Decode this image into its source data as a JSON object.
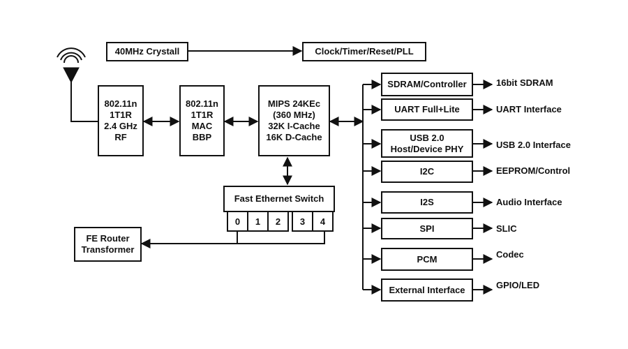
{
  "crystal": "40MHz Crystall",
  "clock": "Clock/Timer/Reset/PLL",
  "rf": [
    "802.11n",
    "1T1R",
    "2.4 GHz",
    "RF"
  ],
  "mac": [
    "802.11n",
    "1T1R",
    "MAC",
    "BBP"
  ],
  "cpu": [
    "MIPS 24KEc",
    "(360 MHz)",
    "32K I-Cache",
    "16K D-Cache"
  ],
  "switch": {
    "title": "Fast Ethernet Switch",
    "ports": [
      "0",
      "1",
      "2",
      "3",
      "4"
    ]
  },
  "fe_router": [
    "FE Router",
    "Transformer"
  ],
  "peripherals": [
    {
      "block": [
        "SDRAM/Controller"
      ],
      "output": "16bit SDRAM"
    },
    {
      "block": [
        "UART Full+Lite"
      ],
      "output": "UART Interface"
    },
    {
      "block": [
        "USB 2.0",
        "Host/Device PHY"
      ],
      "output": "USB 2.0 Interface"
    },
    {
      "block": [
        "I2C"
      ],
      "output": "EEPROM/Control"
    },
    {
      "block": [
        "I2S"
      ],
      "output": "Audio Interface"
    },
    {
      "block": [
        "SPI"
      ],
      "output": "SLIC"
    },
    {
      "block": [
        "PCM"
      ],
      "output": "Codec"
    },
    {
      "block": [
        "External Interface"
      ],
      "output": "GPIO/LED"
    }
  ]
}
